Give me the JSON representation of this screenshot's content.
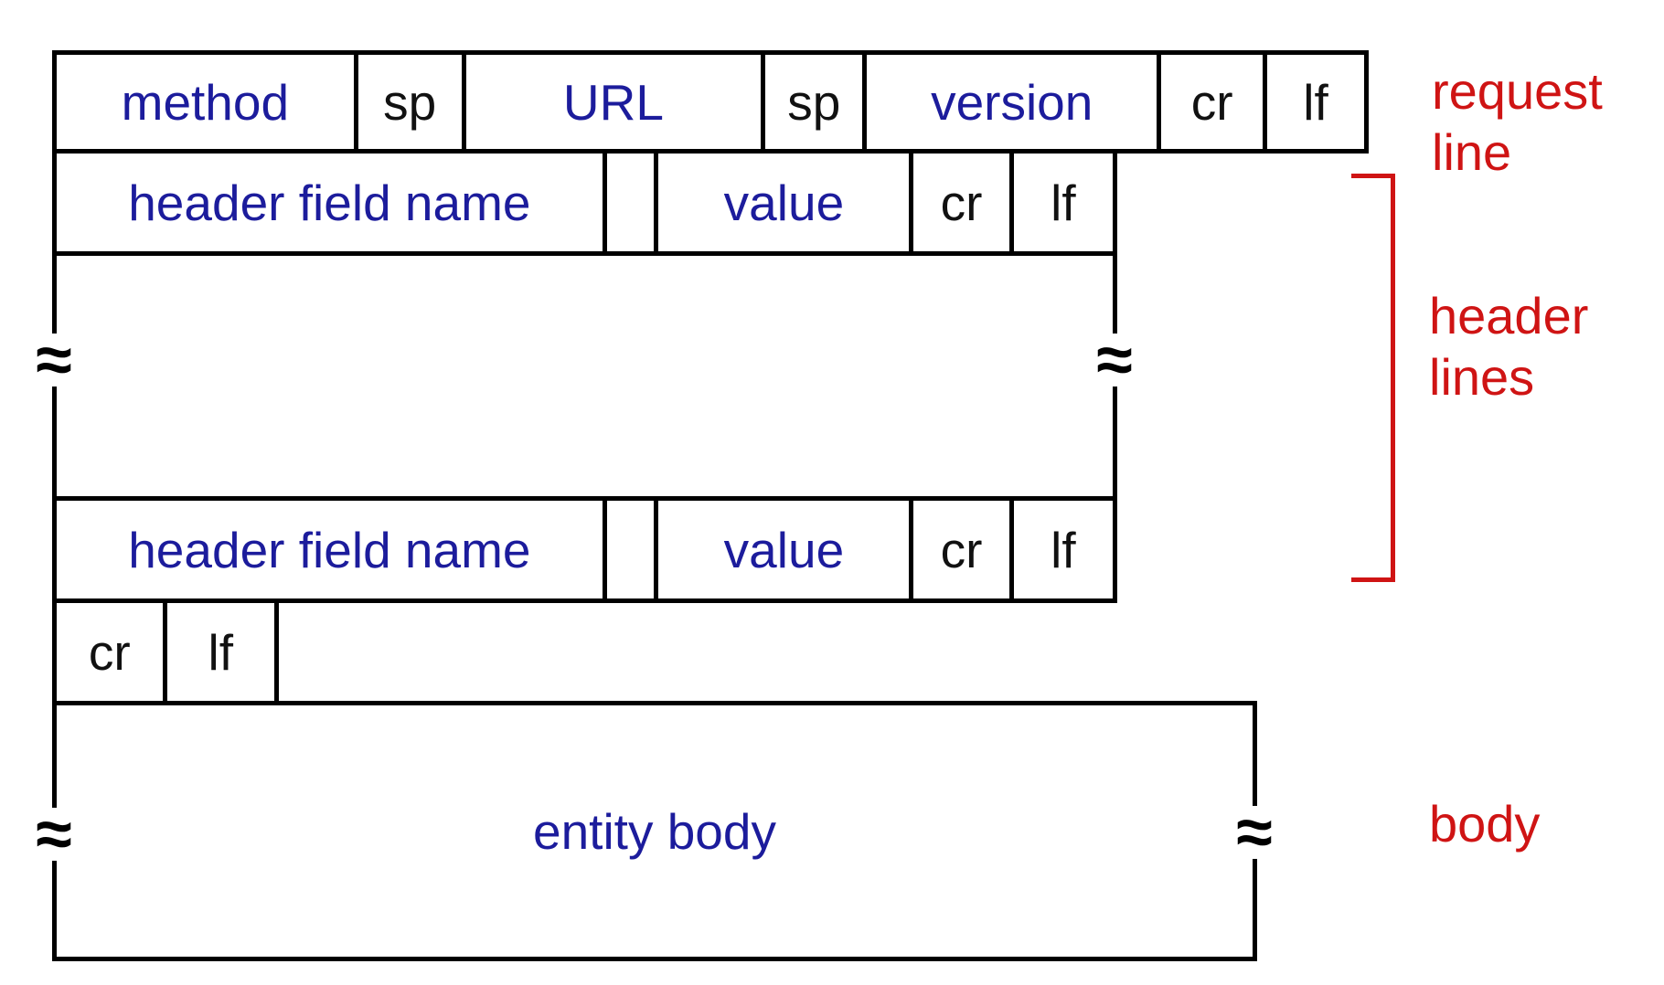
{
  "colors": {
    "field_blue": "#1c1c9c",
    "token_black": "#111111",
    "annotation_red": "#cf1414",
    "line_black": "#000000"
  },
  "rows": {
    "request": [
      "method",
      "sp",
      "URL",
      "sp",
      "version",
      "cr",
      "lf"
    ],
    "header1": [
      "header field name",
      "",
      "value",
      "cr",
      "lf"
    ],
    "header2": [
      "header field name",
      "",
      "value",
      "cr",
      "lf"
    ],
    "blank": [
      "cr",
      "lf"
    ]
  },
  "body_label": "entity body",
  "annotations": {
    "request_line_1": "request",
    "request_line_2": "line",
    "header_lines_1": "header",
    "header_lines_2": "lines",
    "body": "body"
  },
  "break_mark": "≈"
}
